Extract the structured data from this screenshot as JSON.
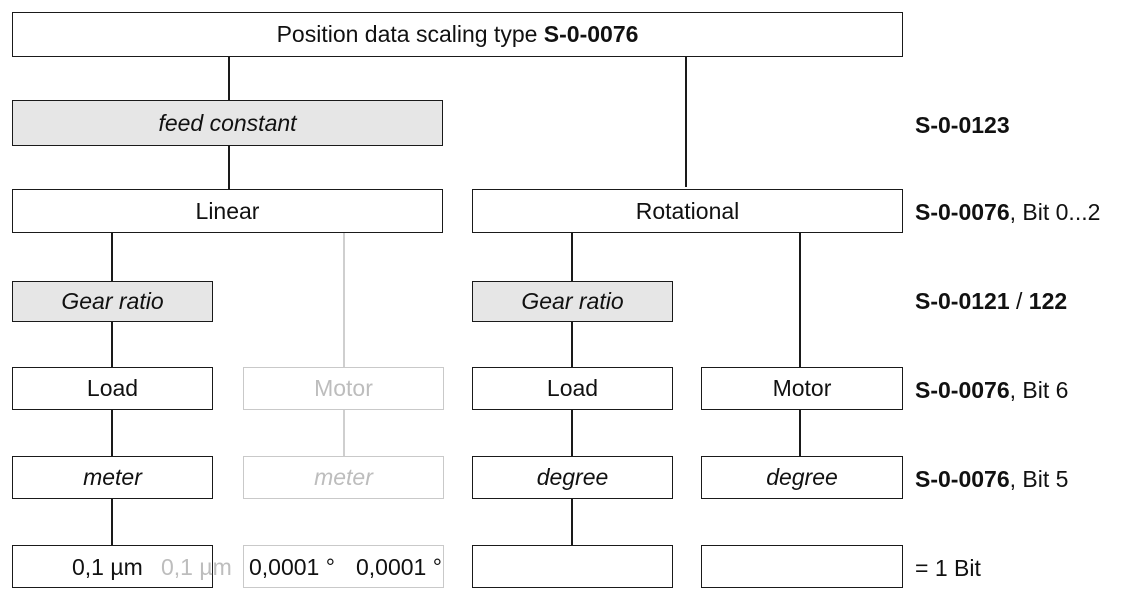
{
  "top_box": {
    "label": "Position data scaling type ",
    "param": "S-0-0076"
  },
  "feed_constant": {
    "label": "feed constant"
  },
  "linear": {
    "label": "Linear"
  },
  "rotational": {
    "label": "Rotational"
  },
  "gear_ratio_linear": {
    "label": "Gear ratio"
  },
  "gear_ratio_rotational": {
    "label": "Gear ratio"
  },
  "load_linear": {
    "label": "Load"
  },
  "motor_linear": {
    "label": "Motor"
  },
  "load_rotational": {
    "label": "Load"
  },
  "motor_rotational": {
    "label": "Motor"
  },
  "unit_linear_load": {
    "label": "meter"
  },
  "unit_linear_motor": {
    "label": "meter"
  },
  "unit_rot_load": {
    "label": "degree"
  },
  "unit_rot_motor": {
    "label": "degree"
  },
  "resolution": {
    "linear_load": "0,1 µm",
    "linear_motor": "0,1 µm",
    "rot_load": "0,0001 °",
    "rot_motor": "0,0001 °"
  },
  "refs": {
    "feed": {
      "bold": "S-0-0123",
      "rest": ""
    },
    "type": {
      "bold": "S-0-0076",
      "rest": ", Bit 0...2"
    },
    "gear": {
      "bold": "S-0-0121",
      "mid": " / ",
      "bold2": "122"
    },
    "loadmotor": {
      "bold": "S-0-0076",
      "rest": ", Bit 6"
    },
    "unit": {
      "bold": "S-0-0076",
      "rest": ", Bit 5"
    },
    "lsb": {
      "rest": "= 1 Bit"
    }
  }
}
